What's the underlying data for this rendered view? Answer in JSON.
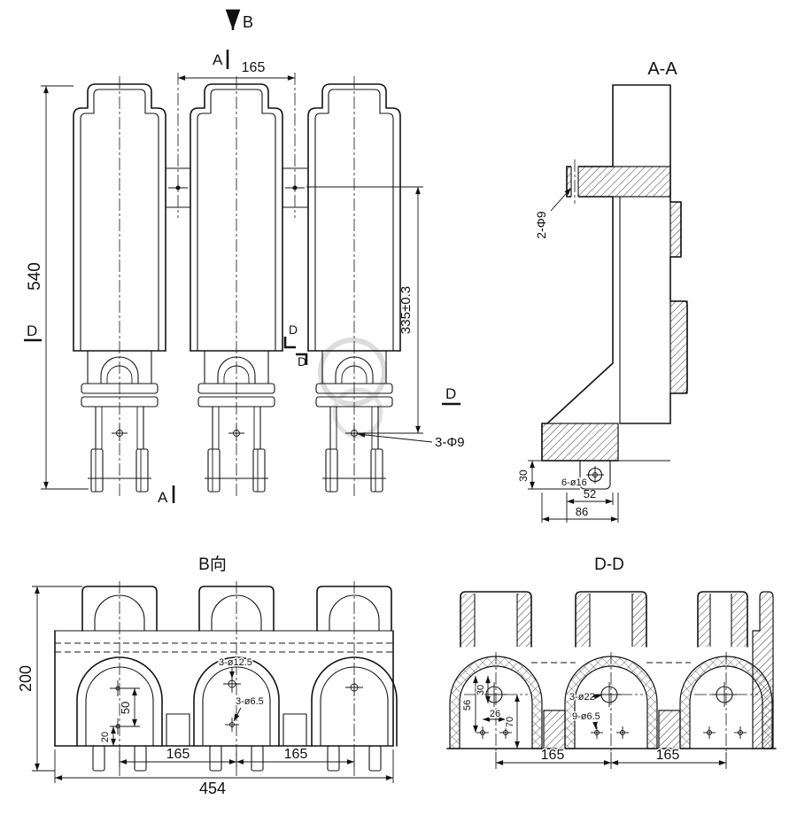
{
  "titles": {
    "section_aa": "A-A",
    "view_b": "B向",
    "section_dd": "D-D"
  },
  "front": {
    "arrow_b": "B",
    "label_a_top": "A",
    "dim_top_span": "165",
    "dim_height": "540",
    "label_d_left": "D",
    "dim_hole_span": "335±0.3",
    "label_d_mid_upper": "D",
    "label_d_mid_lower": "D",
    "label_d_right": "D",
    "callout_bottom_holes": "3-Φ9",
    "label_a_bottom": "A"
  },
  "aa": {
    "callout_flange_holes": "2-Φ9",
    "dim_foot_height": "30",
    "callout_foot_holes": "6-ø16",
    "dim_foot_width": "52",
    "dim_base_width": "86"
  },
  "b": {
    "dim_height": "200",
    "dim_hole_spacing": "50",
    "dim_hole_offset": "20",
    "callout_top_holes": "3-ø12.5",
    "callout_lower_holes": "3-ø6.5",
    "dim_pitch_left": "165",
    "dim_pitch_right": "165",
    "dim_overall_width": "454"
  },
  "dd": {
    "dim_56": "56",
    "dim_30": "30",
    "dim_26": "26",
    "dim_70": "70",
    "callout_large_holes": "3-ø22",
    "callout_small_holes": "9-ø6.5",
    "dim_pitch_left": "165",
    "dim_pitch_right": "165"
  }
}
